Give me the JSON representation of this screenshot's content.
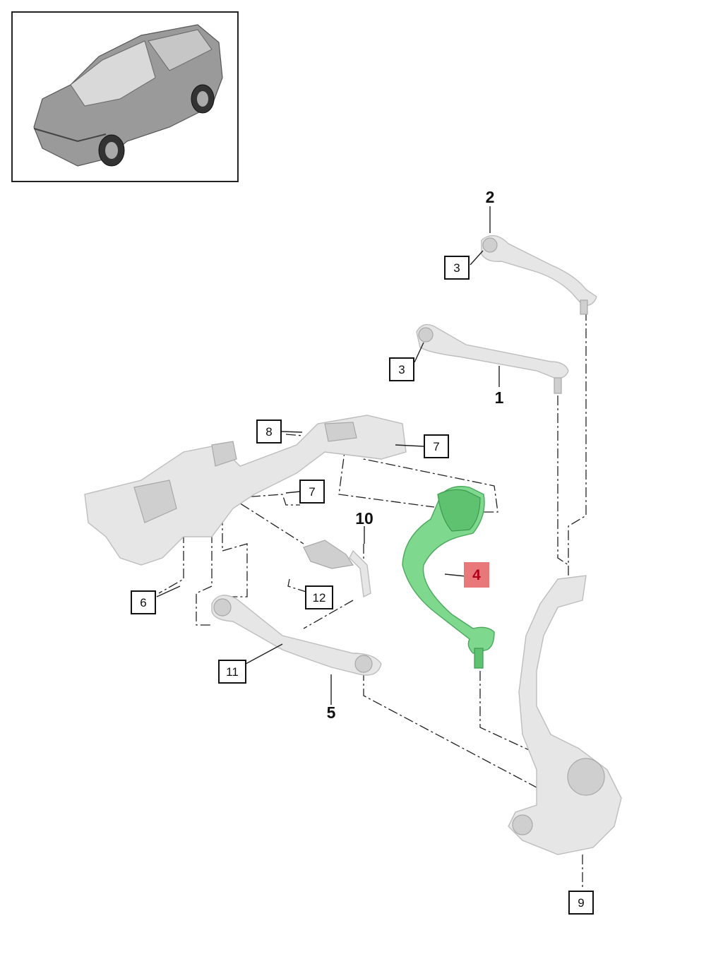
{
  "diagram": {
    "callouts": [
      {
        "id": "c1",
        "label": "1",
        "boxed": false
      },
      {
        "id": "c2",
        "label": "2",
        "boxed": false
      },
      {
        "id": "c3a",
        "label": "3",
        "boxed": true
      },
      {
        "id": "c3b",
        "label": "3",
        "boxed": true
      },
      {
        "id": "c4",
        "label": "4",
        "boxed": true,
        "highlighted": true
      },
      {
        "id": "c5",
        "label": "5",
        "boxed": false
      },
      {
        "id": "c6",
        "label": "6",
        "boxed": true
      },
      {
        "id": "c7a",
        "label": "7",
        "boxed": true
      },
      {
        "id": "c7b",
        "label": "7",
        "boxed": true
      },
      {
        "id": "c8",
        "label": "8",
        "boxed": true
      },
      {
        "id": "c9",
        "label": "9",
        "boxed": true
      },
      {
        "id": "c10",
        "label": "10",
        "boxed": false
      },
      {
        "id": "c11",
        "label": "11",
        "boxed": true
      },
      {
        "id": "c12",
        "label": "12",
        "boxed": true
      }
    ],
    "colors": {
      "highlight_part": "#7ed88e",
      "highlight_label_bg": "#e8787a",
      "highlight_label_text": "#b0001a",
      "parts": "#e6e6e6",
      "lines": "#222222"
    },
    "icons": {
      "thumbnail": "vehicle-suv-icon"
    }
  }
}
